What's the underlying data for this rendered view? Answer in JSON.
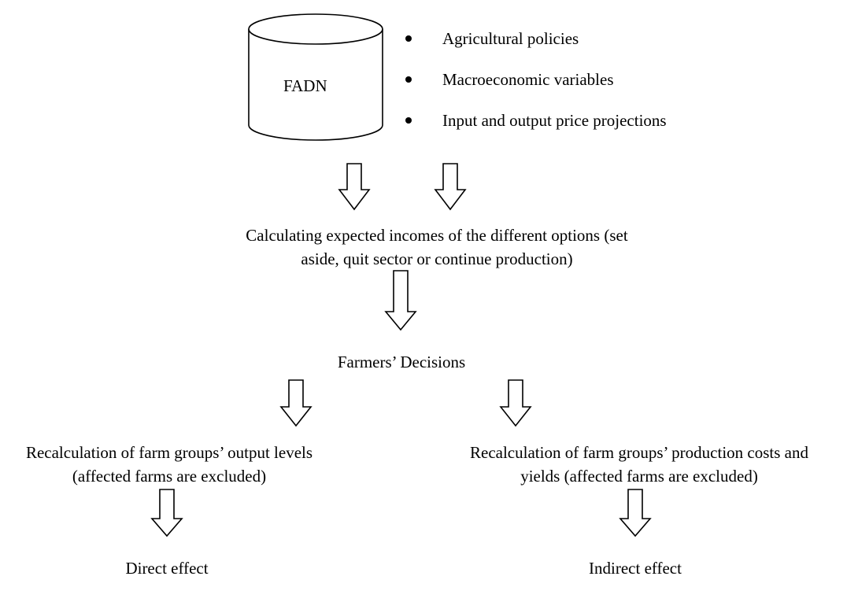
{
  "database": {
    "label": "FADN"
  },
  "inputs": [
    "Agricultural policies",
    "Macroeconomic variables",
    "Input and output price projections"
  ],
  "steps": {
    "expected_incomes": [
      "Calculating expected incomes of the different options (set",
      "aside, quit sector or continue production)"
    ],
    "decisions": "Farmers’ Decisions",
    "output_levels": [
      "Recalculation of farm groups’ output levels",
      "(affected farms are excluded)"
    ],
    "production_costs": [
      "Recalculation of farm groups’ production costs and",
      "yields (affected farms are excluded)"
    ]
  },
  "effects": {
    "direct": "Direct effect",
    "indirect": "Indirect effect"
  }
}
